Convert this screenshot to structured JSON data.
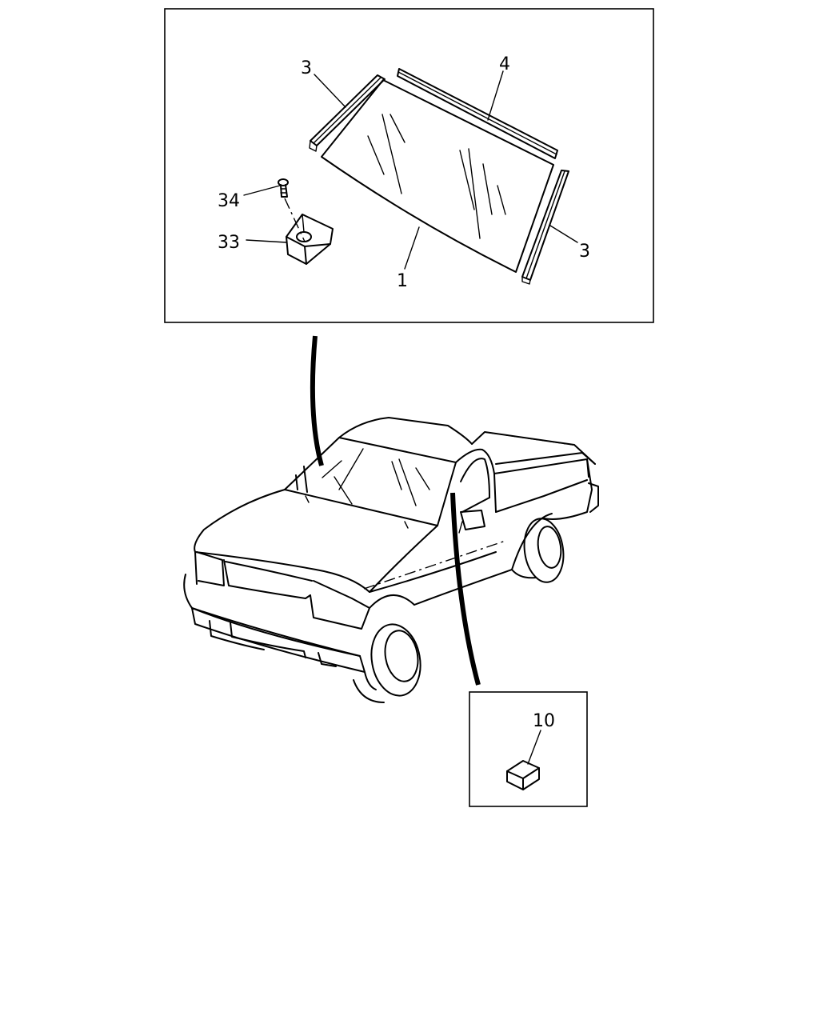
{
  "callouts": {
    "windshield_glass": "1",
    "side_molding_left": "3",
    "top_molding": "4",
    "side_molding_right": "3",
    "clip": "33",
    "screw": "34",
    "adhesive_kit": "10"
  }
}
